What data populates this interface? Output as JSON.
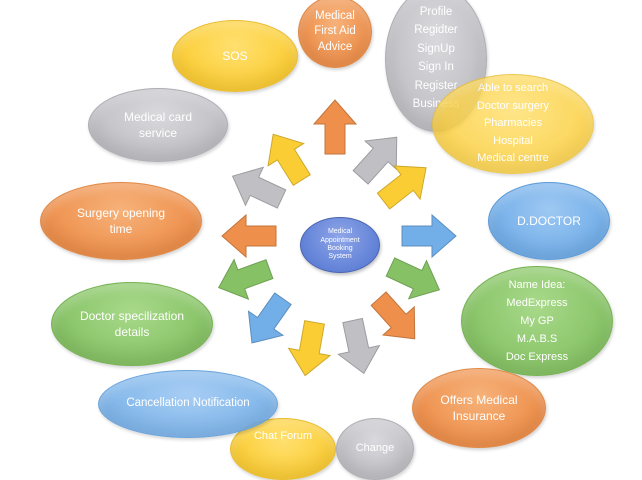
{
  "center": {
    "lines": [
      "Medical",
      "Appointment",
      "Booking",
      "System"
    ]
  },
  "nodes": {
    "medical_first_aid": {
      "lines": [
        "Medical",
        "First Aid",
        "Advice"
      ],
      "color": "#ee8f4b"
    },
    "account": {
      "lines": [
        "Profile",
        "Regidter",
        "SignUp",
        "Sign In",
        "Register",
        "Business"
      ],
      "color": "#bfbfc4"
    },
    "sos": {
      "lines": [
        "SOS"
      ],
      "color": "#fbcd35"
    },
    "search": {
      "lines": [
        "Able to search",
        "Doctor surgery",
        "Pharmacies",
        "Hospital",
        "Medical centre"
      ],
      "color": "#fbcd35"
    },
    "medical_card": {
      "lines": [
        "Medical card",
        "service"
      ],
      "color": "#bfbfc4"
    },
    "d_doctor": {
      "lines": [
        "D.DOCTOR"
      ],
      "color": "#72aee8"
    },
    "surgery_opening": {
      "lines": [
        "Surgery opening",
        "time"
      ],
      "color": "#ee8f4b"
    },
    "name_idea": {
      "lines": [
        "Name Idea:",
        "MedExpress",
        "My GP",
        "M.A.B.S",
        "Doc Express"
      ],
      "color": "#86c265"
    },
    "doctor_specialization": {
      "lines": [
        "Doctor specilization",
        "details"
      ],
      "color": "#86c265"
    },
    "offers_insurance": {
      "lines": [
        "Offers Medical",
        "Insurance"
      ],
      "color": "#ee8f4b"
    },
    "cancellation": {
      "lines": [
        "Cancellation Notification"
      ],
      "color": "#72aee8"
    },
    "chat_forum": {
      "lines": [
        "Chat Forum"
      ],
      "color": "#fbcd35"
    },
    "change": {
      "lines": [
        "Change"
      ],
      "color": "#bfbfc4"
    }
  },
  "arrows": [
    {
      "direction": "up",
      "color": "#ee8f4b"
    },
    {
      "direction": "up-right",
      "color": "#bfbfc4"
    },
    {
      "direction": "up-right",
      "color": "#fbcd35"
    },
    {
      "direction": "right",
      "color": "#72aee8"
    },
    {
      "direction": "down-right",
      "color": "#86c265"
    },
    {
      "direction": "down-right",
      "color": "#ee8f4b"
    },
    {
      "direction": "down",
      "color": "#bfbfc4"
    },
    {
      "direction": "down",
      "color": "#fbcd35"
    },
    {
      "direction": "down-left",
      "color": "#72aee8"
    },
    {
      "direction": "down-left",
      "color": "#86c265"
    },
    {
      "direction": "left",
      "color": "#ee8f4b"
    },
    {
      "direction": "up-left",
      "color": "#bfbfc4"
    },
    {
      "direction": "up-left",
      "color": "#fbcd35"
    }
  ]
}
